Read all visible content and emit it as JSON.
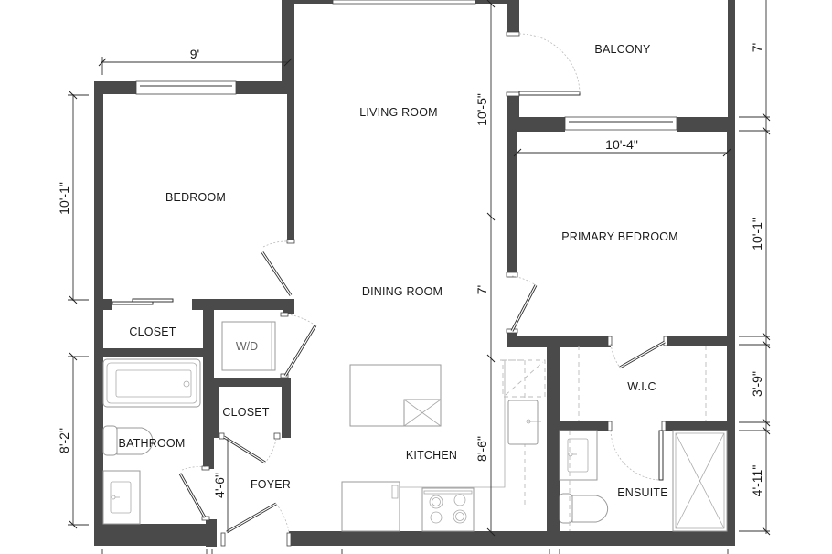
{
  "plan": {
    "rooms": [
      {
        "id": "balcony",
        "label": "BALCONY"
      },
      {
        "id": "living_room",
        "label": "LIVING ROOM"
      },
      {
        "id": "bedroom",
        "label": "BEDROOM"
      },
      {
        "id": "primary_bedroom",
        "label": "PRIMARY BEDROOM"
      },
      {
        "id": "dining_room",
        "label": "DINING ROOM"
      },
      {
        "id": "closet_bedroom",
        "label": "CLOSET"
      },
      {
        "id": "closet_foyer",
        "label": "CLOSET"
      },
      {
        "id": "bathroom",
        "label": "BATHROOM"
      },
      {
        "id": "foyer",
        "label": "FOYER"
      },
      {
        "id": "kitchen",
        "label": "KITCHEN"
      },
      {
        "id": "wic",
        "label": "W.I.C"
      },
      {
        "id": "ensuite",
        "label": "ENSUITE"
      }
    ],
    "fixtures": {
      "washer_dryer": "W/D"
    },
    "dimensions": {
      "bedroom_width": "9'",
      "bedroom_height": "10'-1\"",
      "living_height": "10'-5\"",
      "balcony_height": "7'",
      "primary_width": "10'-4\"",
      "primary_height": "10'-1\"",
      "dining_height": "7'",
      "wic_height": "3'-9\"",
      "ensuite_height": "4'-11\"",
      "bathroom_height": "8'-2\"",
      "foyer_height": "4'-6\"",
      "kitchen_height": "8'-6\""
    },
    "colors": {
      "wall": "#4a4a4a",
      "fixture": "#9a9a9a",
      "background": "#ffffff"
    }
  }
}
